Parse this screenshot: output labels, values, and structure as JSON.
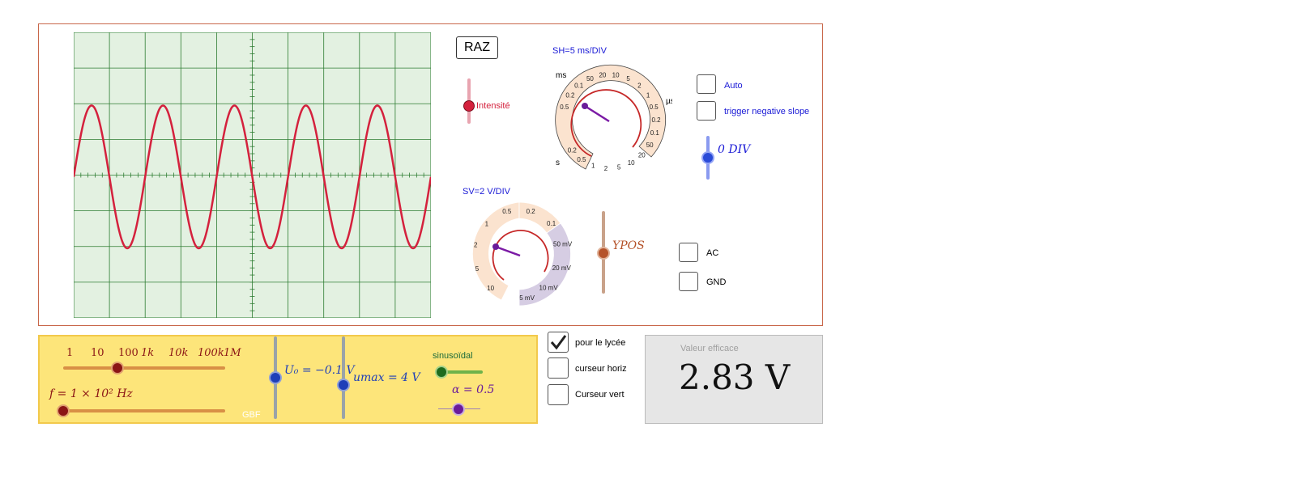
{
  "buttons": {
    "reset_label": "RAZ"
  },
  "intensity": {
    "label": "Intensité"
  },
  "timebase": {
    "readout": "SH=5 ms/DIV",
    "unit_ms": "ms",
    "unit_us": "µs",
    "unit_s": "s",
    "ticks": [
      "0.5",
      "0.2",
      "0.1",
      "50",
      "20",
      "10",
      "5",
      "2",
      "1",
      "0.5",
      "0.2",
      "0.1",
      "50",
      "20",
      "10",
      "5",
      "2",
      "1",
      "0.5",
      "0.2"
    ]
  },
  "trigger": {
    "auto_label": "Auto",
    "auto_checked": false,
    "negative_slope_label": "trigger negative slope",
    "negative_slope_checked": false,
    "xpos_label": "0 DIV"
  },
  "vertical": {
    "readout": "SV=2 V/DIV",
    "ticks": [
      "10",
      "5",
      "2",
      "1",
      "0.5",
      "0.2",
      "0.1",
      "50 mV",
      "20 mV",
      "10 mV",
      "5 mV"
    ],
    "ypos_label": "YPOS",
    "ac_label": "AC",
    "ac_checked": false,
    "gnd_label": "GND",
    "gnd_checked": false
  },
  "options": {
    "lycee_label": "pour le lycée",
    "lycee_checked": true,
    "cursor_horiz_label": "curseur horiz",
    "cursor_horiz_checked": false,
    "cursor_vert_label": "Curseur vert",
    "cursor_vert_checked": false
  },
  "generator": {
    "range_ticks": [
      "1",
      "10",
      "100",
      "1k",
      "10k",
      "100k",
      "1M"
    ],
    "frequency_label": "f = 1 × 10² Hz",
    "gbf_label": "GBF",
    "offset_label": "U₀ = −0.1 V",
    "umax_label": "umax = 4 V",
    "waveform_label": "sinusoïdal",
    "alpha_label": "α = 0.5"
  },
  "rms": {
    "title": "Valeur efficace",
    "value": "2.83 V"
  },
  "colors": {
    "trace": "#d4213d",
    "screen_bg": "#e3f1e1",
    "grid": "#2e7d32",
    "panel_border": "#c8674a",
    "dial_orange": "#fbe3cf",
    "dial_purple": "#d6cde3",
    "generator_bg": "#fde57a",
    "label_blue": "#1a1ad6"
  },
  "signal": {
    "amplitude_div": 2,
    "offset_div": -0.05,
    "periods_on_screen": 5
  }
}
